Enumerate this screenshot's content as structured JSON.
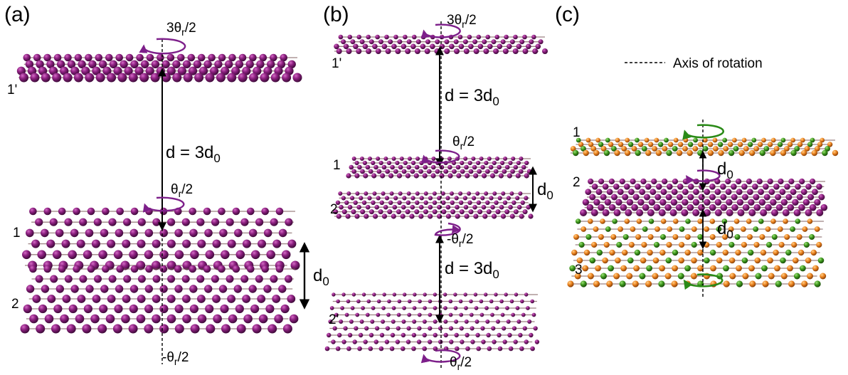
{
  "panels": {
    "a": {
      "label": "(a)",
      "top_angle": "3θ",
      "top_angle_sub": "r",
      "top_angle_tail": "/2",
      "mid_angle": "θ",
      "mid_angle_sub": "r",
      "mid_angle_tail": "/2",
      "bottom_angle": "-θ",
      "bottom_angle_sub": "r",
      "bottom_angle_tail": "/2",
      "distance": "d = 3d",
      "distance_sub": "0",
      "spacing": "d",
      "spacing_sub": "0",
      "layer_top": "1'",
      "layer_1": "1",
      "layer_2": "2"
    },
    "b": {
      "label": "(b)",
      "top_angle": "3θ",
      "top_angle_sub": "r",
      "top_angle_tail": "/2",
      "mid_angle": "θ",
      "mid_angle_sub": "r",
      "mid_angle_tail": "/2",
      "neg_angle": "-θ",
      "neg_angle_sub": "r",
      "neg_angle_tail": "/2",
      "bottom_angle": "θ",
      "bottom_angle_sub": "r",
      "bottom_angle_tail": "/2",
      "distance_top": "d = 3d",
      "distance_top_sub": "0",
      "distance_bottom": "d = 3d",
      "distance_bottom_sub": "0",
      "spacing": "d",
      "spacing_sub": "0",
      "layer_top": "1'",
      "layer_1": "1",
      "layer_2": "2",
      "layer_bottom": "2'"
    },
    "c": {
      "label": "(c)",
      "legend": "Axis of rotation",
      "spacing_1": "d",
      "spacing_1_sub": "0",
      "spacing_2": "d",
      "spacing_2_sub": "0",
      "layer_1": "1",
      "layer_2": "2",
      "layer_3": "3"
    }
  },
  "colors": {
    "purple_atom": "#8a1f7a",
    "purple_atom_light": "#c24fb0",
    "orange_atom": "#e8801c",
    "green_atom": "#3f9a1e",
    "rotation_purple": "#7d1f8a",
    "rotation_green": "#2a8a17",
    "bond": "#7b5a5a"
  }
}
